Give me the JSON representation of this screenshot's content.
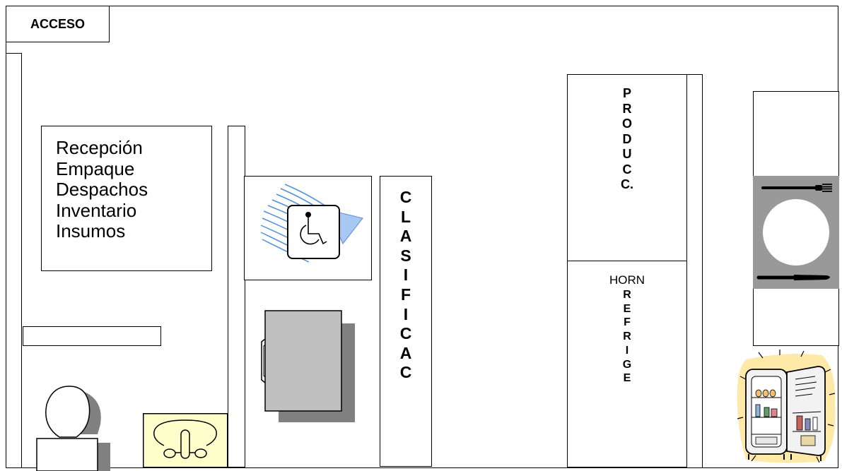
{
  "entrance": {
    "label": "ACCESO"
  },
  "reception_area": {
    "lines": [
      "Recepción",
      "Empaque",
      "Despachos",
      "Inventario",
      "Insumos"
    ]
  },
  "classification_area": {
    "letters": [
      "C",
      "L",
      "A",
      "S",
      "I",
      "F",
      "I",
      "C",
      "A",
      "C"
    ]
  },
  "production_area": {
    "letters": [
      "P",
      "R",
      "O",
      "D",
      "U",
      "C",
      "C."
    ]
  },
  "oven_fridge_area": {
    "horn_label": "HORN",
    "letters": [
      "R",
      "E",
      "F",
      "R",
      "I",
      "G",
      "E"
    ]
  },
  "colors": {
    "line": "#000000",
    "shadow_gray": "#808080",
    "table_gray": "#c0c0c0",
    "plate_bg": "#999999",
    "sink_yellow": "#ffffcc",
    "wheelchair_lines": "#4f8fe0",
    "fridge_glow": "#ffe9a8"
  },
  "icons": [
    "wheelchair-icon",
    "toilet-icon",
    "sink-icon",
    "desk-icon",
    "plate-cutlery-icon",
    "refrigerator-icon"
  ]
}
